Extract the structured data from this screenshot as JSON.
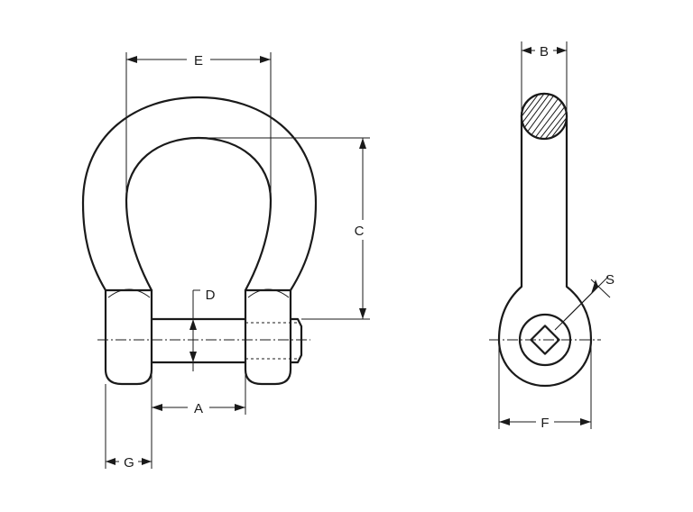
{
  "labels": {
    "E": "E",
    "C": "C",
    "D": "D",
    "A": "A",
    "G": "G",
    "B": "B",
    "S": "S",
    "F": "F"
  }
}
